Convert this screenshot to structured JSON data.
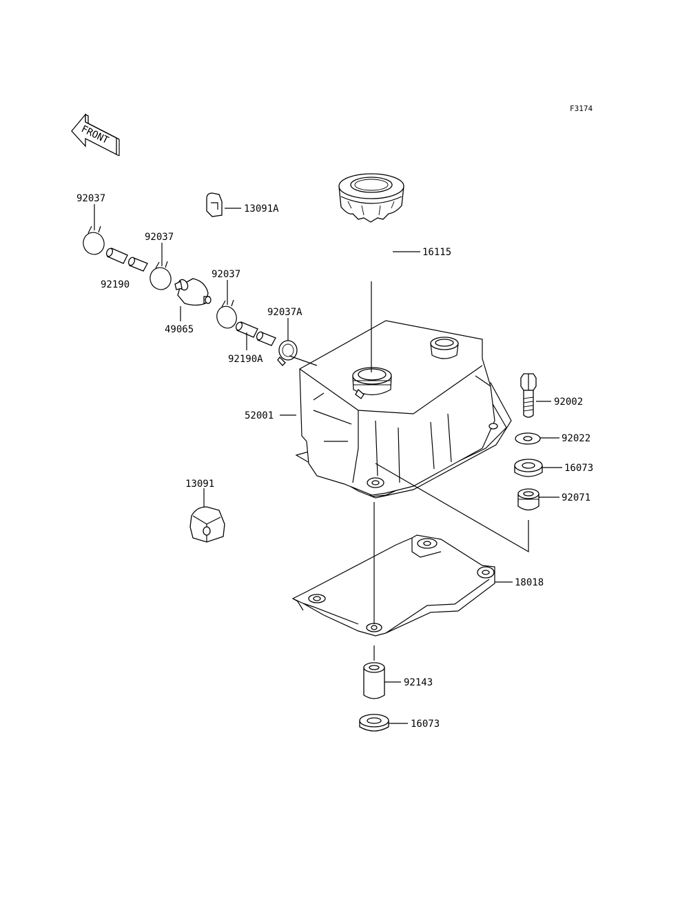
{
  "figure_ref": "F3174",
  "front_arrow_text": "FRONT",
  "parts": [
    {
      "id": "p1",
      "number": "92037"
    },
    {
      "id": "p2",
      "number": "13091A"
    },
    {
      "id": "p3",
      "number": "92037"
    },
    {
      "id": "p4",
      "number": "16115"
    },
    {
      "id": "p5",
      "number": "92190"
    },
    {
      "id": "p6",
      "number": "92037"
    },
    {
      "id": "p7",
      "number": "92037A"
    },
    {
      "id": "p8",
      "number": "49065"
    },
    {
      "id": "p9",
      "number": "92190A"
    },
    {
      "id": "p10",
      "number": "52001"
    },
    {
      "id": "p11",
      "number": "92002"
    },
    {
      "id": "p12",
      "number": "92022"
    },
    {
      "id": "p13",
      "number": "16073"
    },
    {
      "id": "p14",
      "number": "13091"
    },
    {
      "id": "p15",
      "number": "92071"
    },
    {
      "id": "p16",
      "number": "18018"
    },
    {
      "id": "p17",
      "number": "92143"
    },
    {
      "id": "p18",
      "number": "16073"
    }
  ]
}
